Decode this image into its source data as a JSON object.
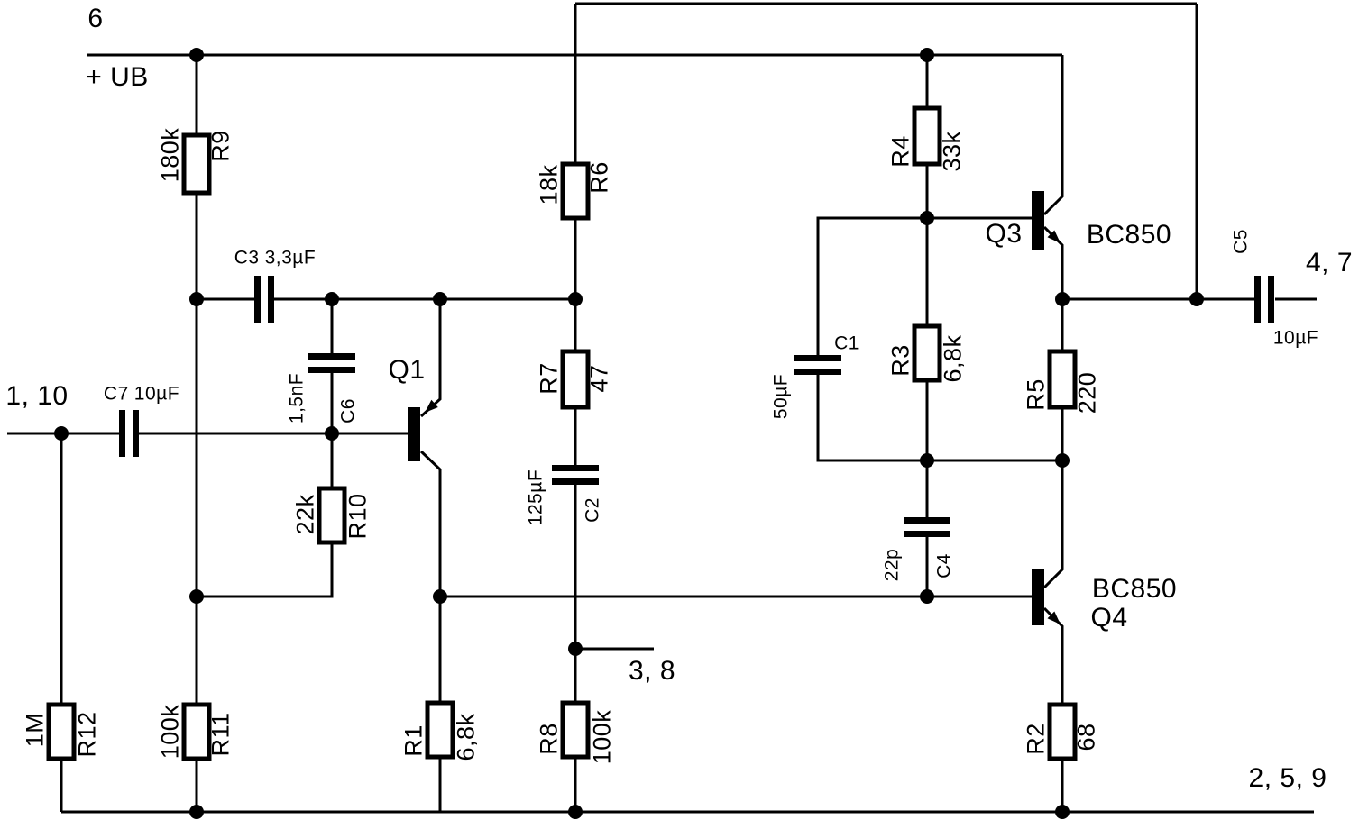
{
  "title": "Transistor amplifier schematic",
  "colors": {
    "wire": "#000000",
    "background": "#ffffff"
  },
  "pins": {
    "supply_pin": "6",
    "supply_label": "+ UB",
    "input_pin": "1, 10",
    "tap_pin": "3, 8",
    "output_pin": "4, 7",
    "ground_pin": "2, 5, 9"
  },
  "components": {
    "R1": {
      "ref": "R1",
      "value": "6,8k"
    },
    "R2": {
      "ref": "R2",
      "value": "68"
    },
    "R3": {
      "ref": "R3",
      "value": "6,8k"
    },
    "R4": {
      "ref": "R4",
      "value": "33k"
    },
    "R5": {
      "ref": "R5",
      "value": "220"
    },
    "R6": {
      "ref": "R6",
      "value": "18k"
    },
    "R7": {
      "ref": "R7",
      "value": "47"
    },
    "R8": {
      "ref": "R8",
      "value": "100k"
    },
    "R9": {
      "ref": "R9",
      "value": "180k"
    },
    "R10": {
      "ref": "R10",
      "value": "22k"
    },
    "R11": {
      "ref": "R11",
      "value": "100k"
    },
    "R12": {
      "ref": "R12",
      "value": "1M"
    },
    "C1": {
      "ref": "C1",
      "value": "50µF"
    },
    "C2": {
      "ref": "C2",
      "value": "125µF"
    },
    "C3": {
      "ref": "C3",
      "value": "3,3µF"
    },
    "C4": {
      "ref": "C4",
      "value": "22p"
    },
    "C5": {
      "ref": "C5",
      "value": "10µF"
    },
    "C6": {
      "ref": "C6",
      "value": "1,5nF"
    },
    "C7": {
      "ref": "C7",
      "value": "10µF"
    },
    "Q1": {
      "ref": "Q1"
    },
    "Q3": {
      "ref": "Q3",
      "part": "BC850"
    },
    "Q4": {
      "ref": "Q4",
      "part": "BC850"
    }
  }
}
